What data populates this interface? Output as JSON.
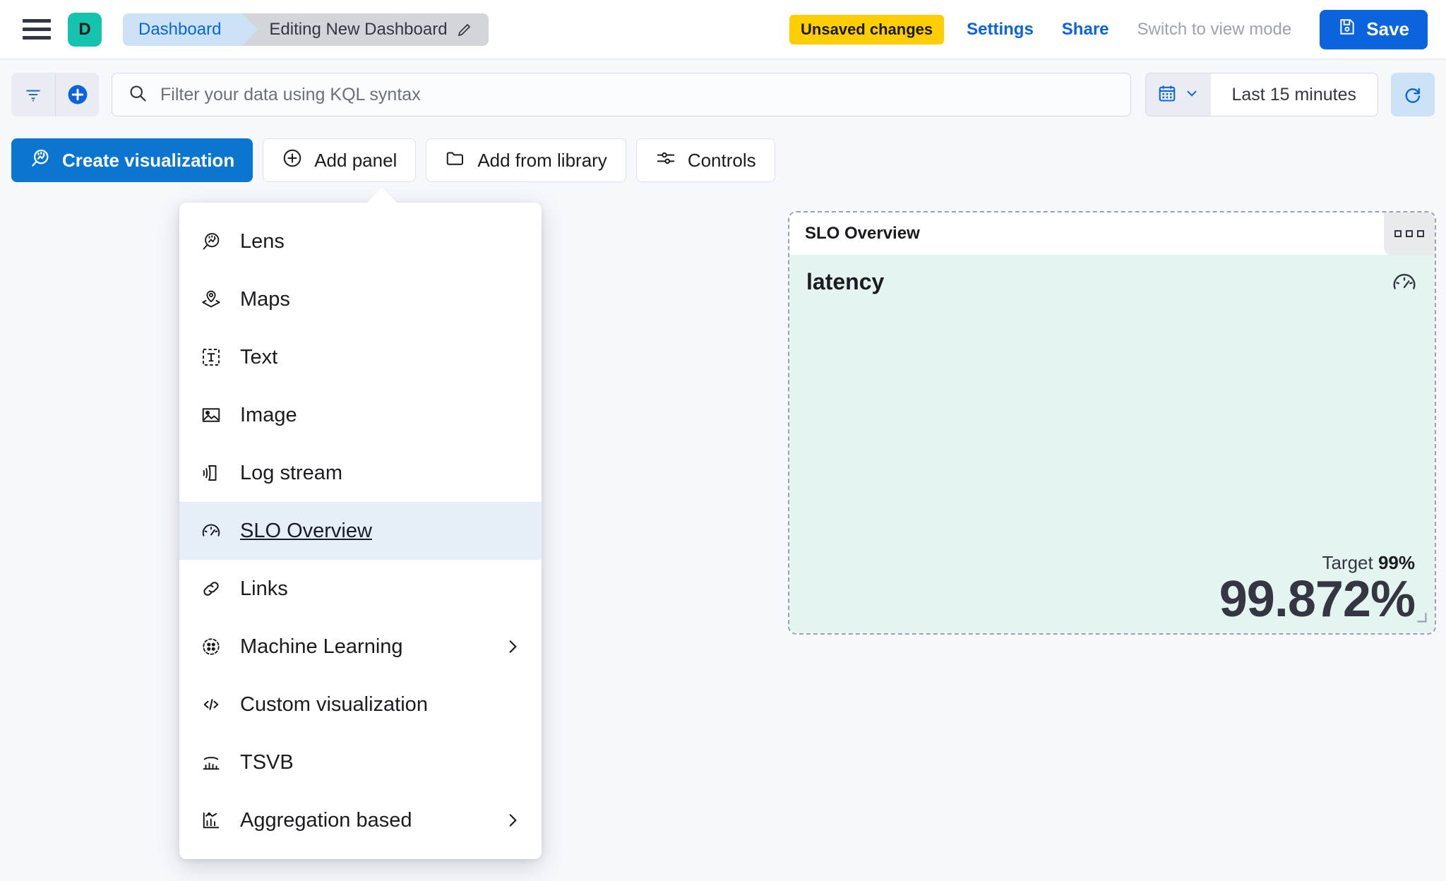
{
  "header": {
    "menu_icon": "hamburger-icon",
    "space_initial": "D",
    "breadcrumbs": [
      {
        "label": "Dashboard",
        "icon": ""
      },
      {
        "label": "Editing New Dashboard",
        "icon": "pencil-icon"
      }
    ],
    "unsaved_badge": "Unsaved changes",
    "settings_label": "Settings",
    "share_label": "Share",
    "view_mode_label": "Switch to view mode",
    "save_label": "Save",
    "save_icon": "save-disk-icon",
    "accent_blue": "#0B64DD",
    "badge_yellow": "#FECE00",
    "space_avatar_color": "#14C3AE"
  },
  "querybar": {
    "filter_icon": "filter-icon",
    "add_filter_icon": "plus-circle-icon",
    "search_icon": "search-icon",
    "placeholder": "Filter your data using KQL syntax",
    "value": "",
    "calendar_icon": "calendar-icon",
    "chevron_icon": "chevron-down-icon",
    "time_range": "Last 15 minutes",
    "refresh_icon": "refresh-icon"
  },
  "toolbar": {
    "create_visualization": "Create visualization",
    "create_visualization_icon": "lens-icon",
    "add_panel": "Add panel",
    "add_panel_icon": "plus-circle-icon",
    "add_from_library": "Add from library",
    "add_from_library_icon": "folder-icon",
    "controls": "Controls",
    "controls_icon": "sliders-icon"
  },
  "menu": {
    "items": [
      {
        "label": "Lens",
        "icon": "lens-icon",
        "submenu": false,
        "selected": false
      },
      {
        "label": "Maps",
        "icon": "map-marker-icon",
        "submenu": false,
        "selected": false
      },
      {
        "label": "Text",
        "icon": "text-box-icon",
        "submenu": false,
        "selected": false
      },
      {
        "label": "Image",
        "icon": "image-icon",
        "submenu": false,
        "selected": false
      },
      {
        "label": "Log stream",
        "icon": "log-stream-icon",
        "submenu": false,
        "selected": false
      },
      {
        "label": "SLO Overview",
        "icon": "gauge-icon",
        "submenu": false,
        "selected": true
      },
      {
        "label": "Links",
        "icon": "link-icon",
        "submenu": false,
        "selected": false
      },
      {
        "label": "Machine Learning",
        "icon": "ml-icon",
        "submenu": true,
        "selected": false
      },
      {
        "label": "Custom visualization",
        "icon": "code-icon",
        "submenu": false,
        "selected": false
      },
      {
        "label": "TSVB",
        "icon": "tsvb-icon",
        "submenu": false,
        "selected": false
      },
      {
        "label": "Aggregation based",
        "icon": "agg-chart-icon",
        "submenu": true,
        "selected": false
      }
    ]
  },
  "panel": {
    "title": "SLO Overview",
    "context_menu_icon": "grid-dots-icon",
    "slo_name": "latency",
    "slo_icon": "gauge-icon",
    "target_label": "Target",
    "target_value": "99%",
    "sli_value": "99.872%",
    "background_color": "#E3F4F1",
    "resize_icon": "resize-handle-icon"
  }
}
